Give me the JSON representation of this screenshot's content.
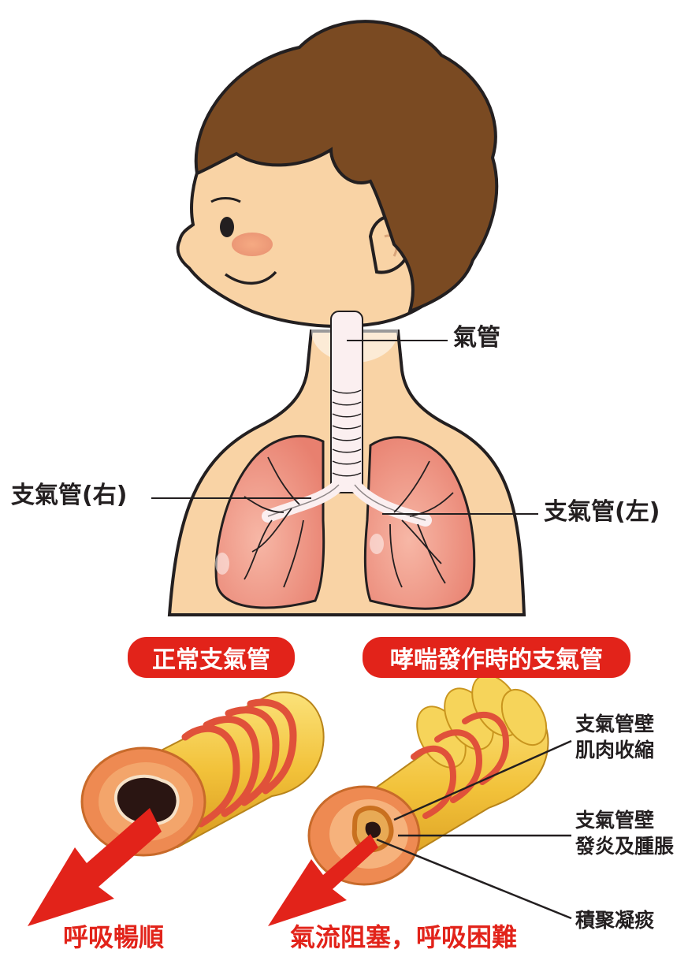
{
  "labels": {
    "trachea": "氣管",
    "bronchus_right": "支氣管(右)",
    "bronchus_left": "支氣管(左)"
  },
  "comparison": {
    "normal_title": "正常支氣管",
    "asthma_title": "哮喘發作時的支氣管",
    "normal_caption": "呼吸暢順",
    "asthma_caption": "氣流阻塞，呼吸困難"
  },
  "annotations": {
    "muscle_line1": "支氣管壁",
    "muscle_line2": "肌肉收縮",
    "inflam_line1": "支氣管壁",
    "inflam_line2": "發炎及腫脹",
    "mucus": "積聚凝痰"
  },
  "colors": {
    "skin": "#f9d3a5",
    "hair": "#7a4a22",
    "lung": "#f0a08e",
    "label_red": "#e2231a",
    "tube_yellow": "#f2c23a",
    "muscle_band": "#e0513a"
  }
}
